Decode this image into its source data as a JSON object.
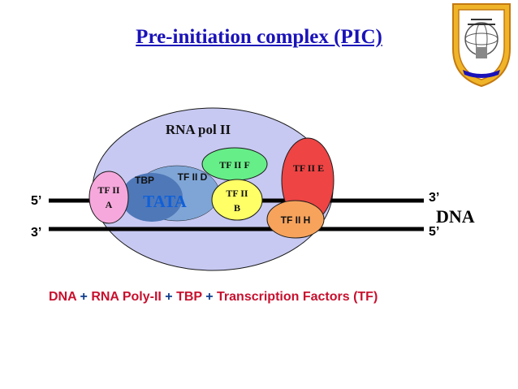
{
  "title": "Pre-initiation complex (PIC)",
  "diagram": {
    "pol_label": "RNA pol II",
    "tfiid_label": "TF II D",
    "tbp_label": "TBP",
    "tata_label": "TATA",
    "tfiia_label": "TF II\nA",
    "tfiib_label": "TF II\nB",
    "tfiif_label": "TF II F",
    "tfiie_label": "TF II E",
    "tfiih_label": "TF II H",
    "top_strand_left": "5’",
    "top_strand_right": "3’",
    "bottom_strand_left": "3’",
    "bottom_strand_right": "5’",
    "dna_label": "DNA"
  },
  "equation": {
    "dna": "DNA",
    "plus1": " + ",
    "rna_poly": "RNA Poly-II",
    "plus2": " + ",
    "tbp": "TBP",
    "plus3": " + ",
    "tf": "Transcription Factors (TF)"
  },
  "logo": {
    "name": "university-seal"
  },
  "colors": {
    "title": "#1a12b8",
    "pol": "#c7c9f2",
    "tbp": "#4f78b8",
    "tata_text": "#1060d8",
    "tfiia": "#f6a8dc",
    "tfiib": "#ffff66",
    "tfiif": "#66ee88",
    "tfiie": "#ee4444",
    "tfiih": "#f7a35c",
    "equation_red": "#c8102e",
    "equation_blue": "#0d3b8c"
  }
}
